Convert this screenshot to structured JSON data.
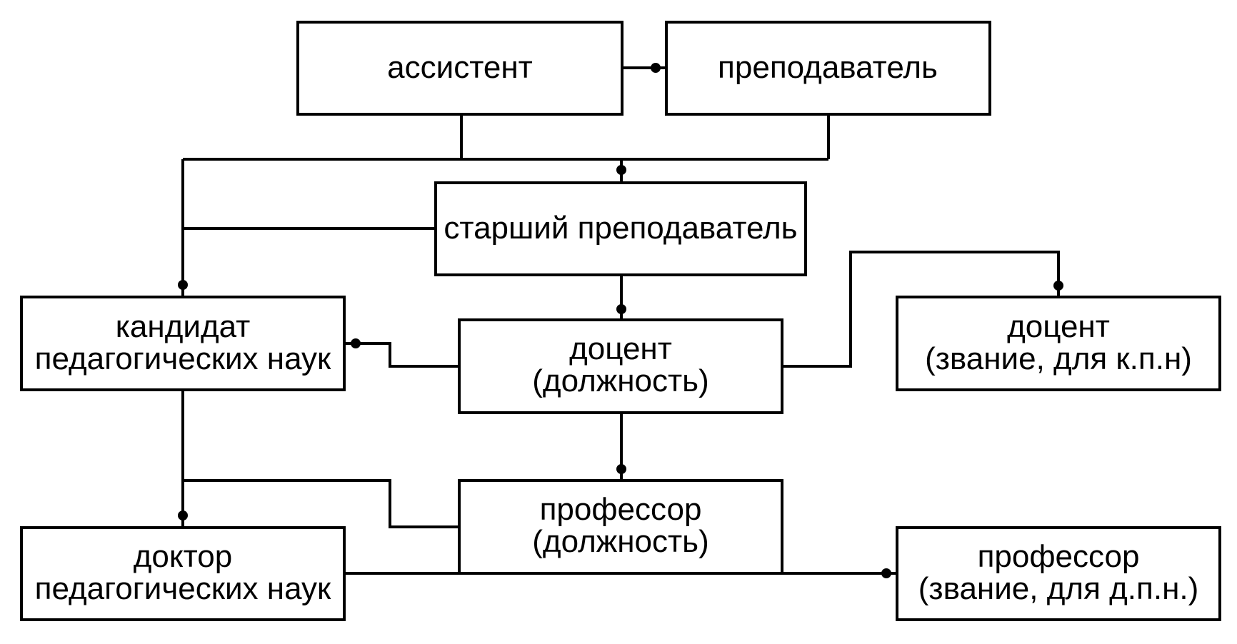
{
  "nodes": {
    "assistant": {
      "lines": [
        "ассистент"
      ]
    },
    "lecturer": {
      "lines": [
        "преподаватель"
      ]
    },
    "senior_lecturer": {
      "lines": [
        "старший преподаватель"
      ]
    },
    "candidate": {
      "lines": [
        "кандидат",
        "педагогических наук"
      ]
    },
    "docent_position": {
      "lines": [
        "доцент",
        "(должность)"
      ]
    },
    "docent_title": {
      "lines": [
        "доцент",
        "(звание, для к.п.н)"
      ]
    },
    "professor_position": {
      "lines": [
        "профессор",
        "(должность)"
      ]
    },
    "doctor": {
      "lines": [
        "доктор",
        "педагогических наук"
      ]
    },
    "professor_title": {
      "lines": [
        "профессор",
        "(звание, для д.п.н.)"
      ]
    }
  },
  "colors": {
    "stroke": "#000000",
    "fill": "#ffffff"
  }
}
